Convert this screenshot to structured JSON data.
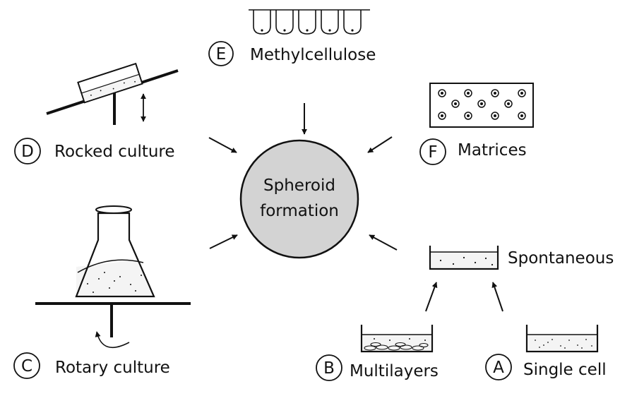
{
  "center": {
    "line1": "Spheroid",
    "line2": "formation"
  },
  "methods": [
    {
      "letter": "A",
      "label": "Single cell"
    },
    {
      "letter": "B",
      "label": "Multilayers"
    },
    {
      "letter": "C",
      "label": "Rotary culture"
    },
    {
      "letter": "D",
      "label": "Rocked culture"
    },
    {
      "letter": "E",
      "label": "Methylcellulose"
    },
    {
      "letter": "F",
      "label": "Matrices"
    }
  ],
  "intermediate": {
    "label": "Spontaneous"
  },
  "colors": {
    "center_fill": "#d3d3d3",
    "ink": "#111111",
    "background": "#ffffff"
  }
}
